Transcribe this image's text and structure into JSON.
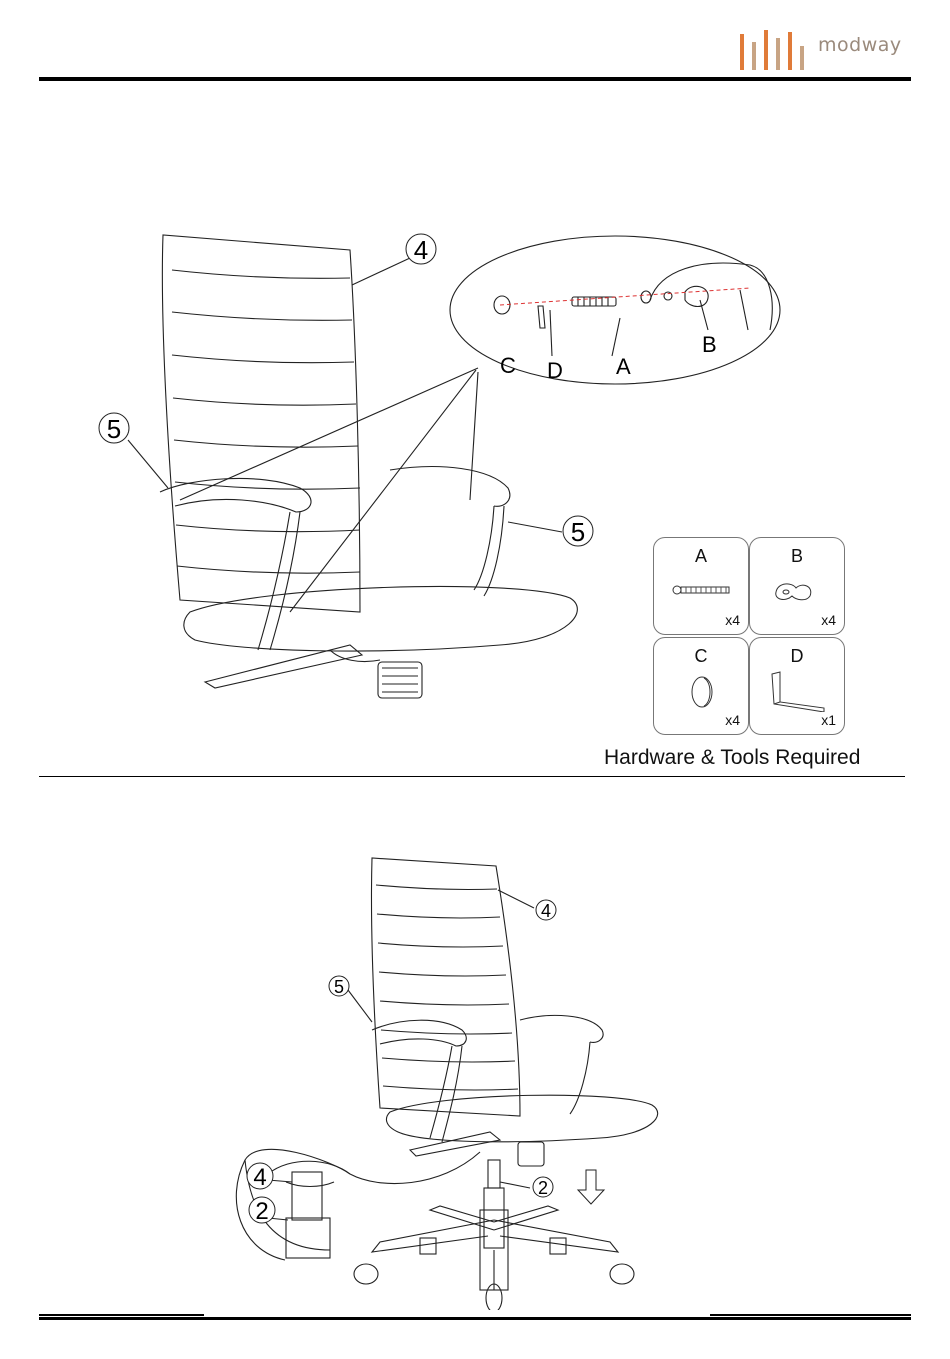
{
  "brand": {
    "name": "modway",
    "bar_colors": [
      "#e07b39",
      "#c8a484",
      "#e07b39",
      "#c8a484",
      "#e07b39"
    ]
  },
  "step1": {
    "callouts": {
      "back": "4",
      "arm_left": "5",
      "arm_right": "5"
    },
    "detail_labels": {
      "a": "A",
      "b": "B",
      "c": "C",
      "d": "D"
    }
  },
  "hardware": {
    "caption": "Hardware & Tools Required",
    "items": [
      {
        "letter": "A",
        "qty": "x4",
        "icon": "bolt-icon"
      },
      {
        "letter": "B",
        "qty": "x4",
        "icon": "washer-icon"
      },
      {
        "letter": "C",
        "qty": "x4",
        "icon": "cap-icon"
      },
      {
        "letter": "D",
        "qty": "x1",
        "icon": "allen-key-icon"
      }
    ]
  },
  "step2": {
    "callouts": {
      "back": "4",
      "arm": "5",
      "gas_lift": "2"
    },
    "detail_labels": {
      "top": "4",
      "bottom": "2"
    }
  }
}
